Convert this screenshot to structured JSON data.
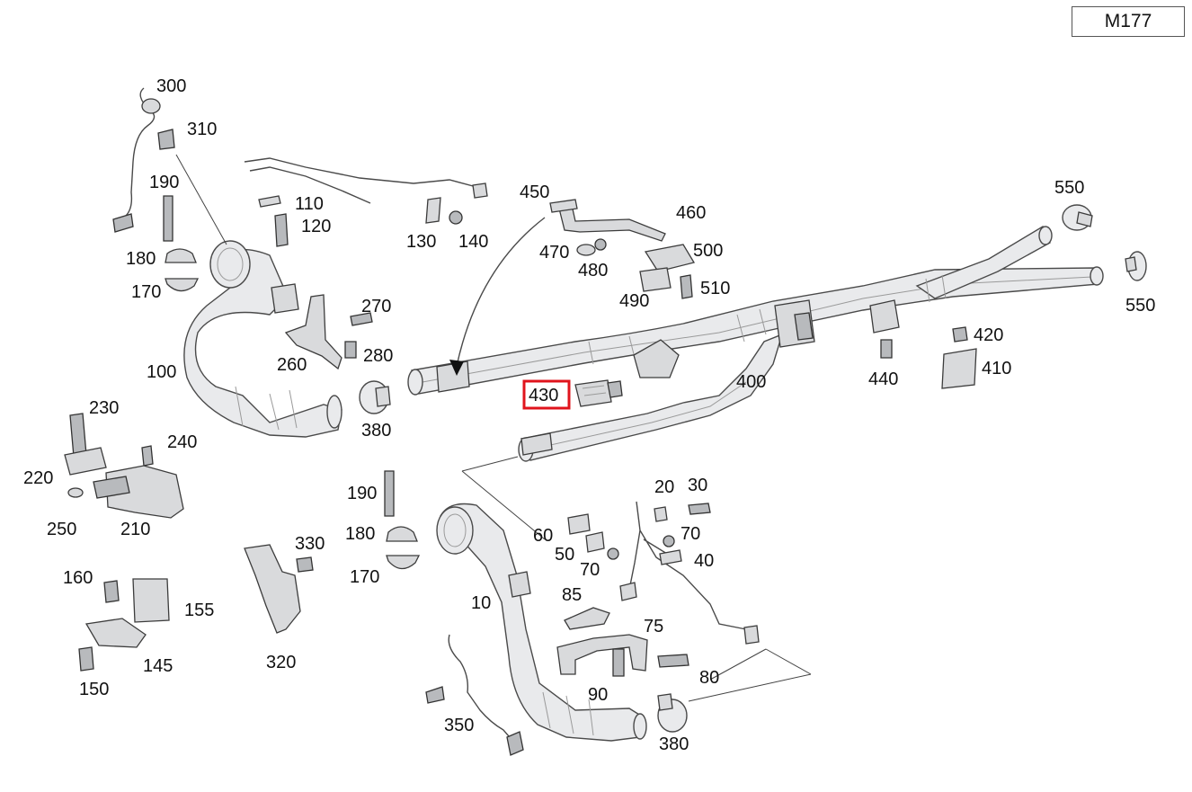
{
  "engine_code": "M177",
  "highlight_color": "#e0141c",
  "highlighted_part": "430",
  "labels": {
    "l10": "10",
    "l20": "20",
    "l30": "30",
    "l40": "40",
    "l50": "50",
    "l60": "60",
    "l70a": "70",
    "l70b": "70",
    "l75": "75",
    "l80": "80",
    "l85": "85",
    "l90": "90",
    "l100": "100",
    "l110": "110",
    "l120": "120",
    "l130": "130",
    "l140": "140",
    "l145": "145",
    "l150": "150",
    "l155": "155",
    "l160": "160",
    "l170a": "170",
    "l170b": "170",
    "l180a": "180",
    "l180b": "180",
    "l190a": "190",
    "l190b": "190",
    "l210": "210",
    "l220": "220",
    "l230": "230",
    "l240": "240",
    "l250": "250",
    "l260": "260",
    "l270": "270",
    "l280": "280",
    "l300": "300",
    "l310": "310",
    "l320": "320",
    "l330": "330",
    "l350": "350",
    "l380a": "380",
    "l380b": "380",
    "l400": "400",
    "l410": "410",
    "l420": "420",
    "l430": "430",
    "l440": "440",
    "l450": "450",
    "l460": "460",
    "l470": "470",
    "l480": "480",
    "l490": "490",
    "l500": "500",
    "l510": "510",
    "l550a": "550",
    "l550b": "550"
  }
}
